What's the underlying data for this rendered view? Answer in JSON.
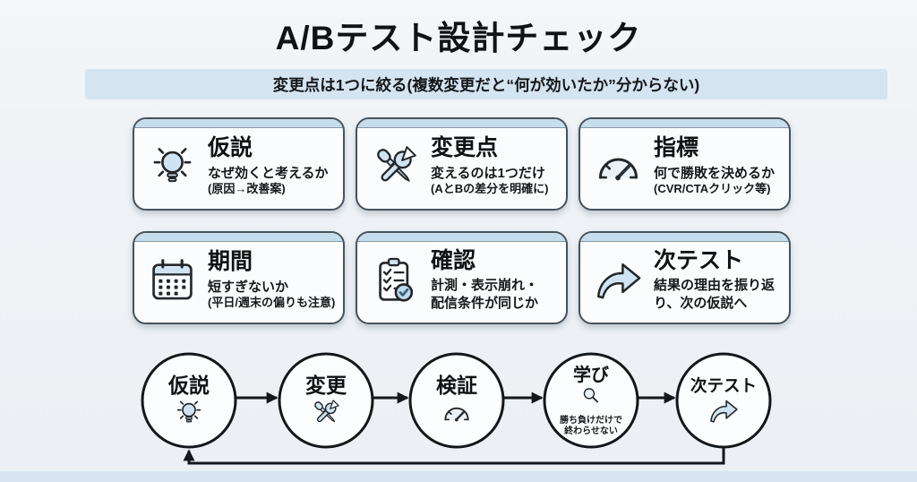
{
  "page": {
    "title": "A/Bテスト設計チェック",
    "subtitle": "変更点は1つに絞る(複数変更だと“何が効いたか”分からない)"
  },
  "cards": [
    {
      "icon": "lightbulb-icon",
      "title": "仮説",
      "line1": "なぜ効くと考えるか",
      "line2": "(原因→改善案)"
    },
    {
      "icon": "tools-icon",
      "title": "変更点",
      "line1": "変えるのは1つだけ",
      "line2": "(AとBの差分を明確に)"
    },
    {
      "icon": "gauge-icon",
      "title": "指標",
      "line1": "何で勝敗を決めるか",
      "line2": "(CVR/CTAクリック等)"
    },
    {
      "icon": "calendar-icon",
      "title": "期間",
      "line1": "短すぎないか",
      "line2": "(平日/週末の偏りも注意)"
    },
    {
      "icon": "clipboard-icon",
      "title": "確認",
      "line1": "計測・表示崩れ・",
      "line2": "配信条件が同じか"
    },
    {
      "icon": "curved-arrow-icon",
      "title": "次テスト",
      "line1": "結果の理由を振り返",
      "line2": "り、次の仮説へ"
    }
  ],
  "flow": {
    "steps": [
      {
        "icon": "lightbulb-icon",
        "label": "仮説"
      },
      {
        "icon": "tools-icon",
        "label": "変更"
      },
      {
        "icon": "gauge-icon",
        "label": "検証"
      },
      {
        "icon": "magnifier-icon",
        "label": "学び",
        "note1": "勝ち負けだけで",
        "note2": "終わらせない"
      },
      {
        "icon": "curved-arrow-icon",
        "label": "次テスト"
      }
    ]
  },
  "colors": {
    "background": "#eff3f6",
    "banner": "#d5e4f1",
    "card_top_band": "#c6dded",
    "card_border": "#46525c",
    "icon_fill": "#cfe3f2",
    "ink": "#15181b",
    "bottom_band": "#d8e5f0"
  }
}
